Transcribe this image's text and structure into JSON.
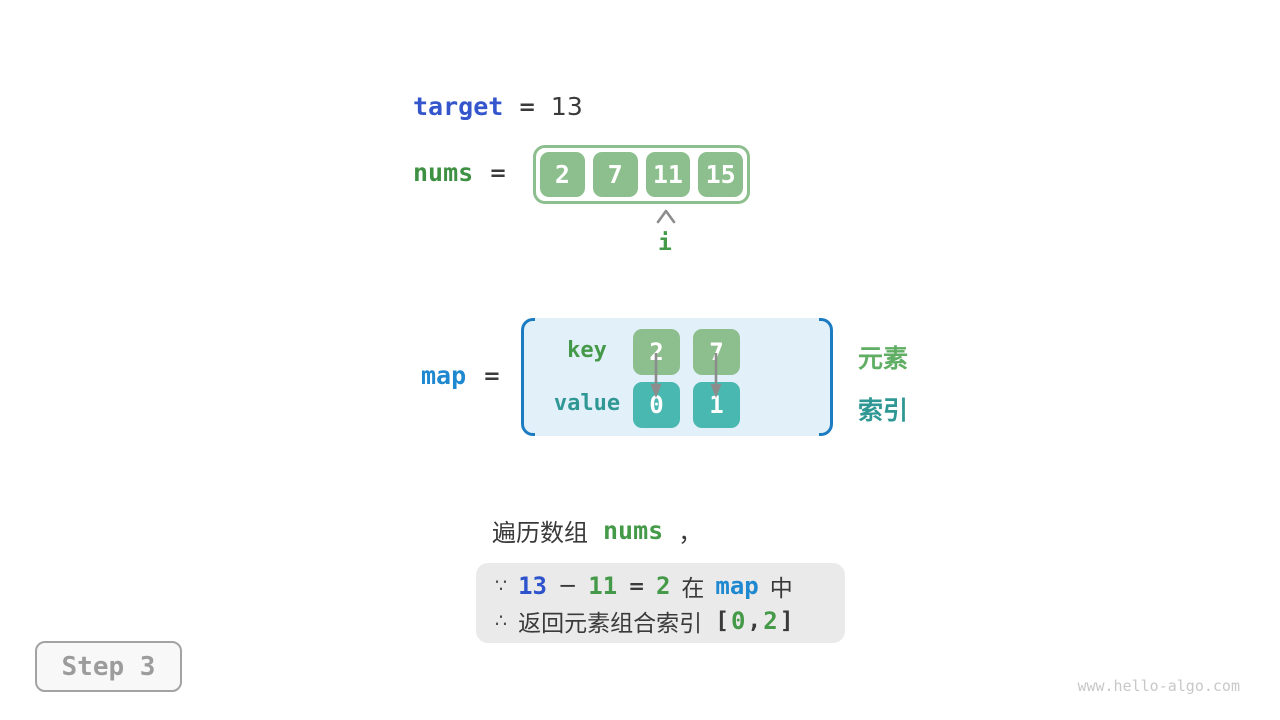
{
  "target_row": {
    "keyword": "target",
    "equals": "=",
    "value": "13"
  },
  "nums_row": {
    "keyword": "nums",
    "equals": "=",
    "cells": [
      "2",
      "7",
      "11",
      "15"
    ],
    "pointer_label": "i",
    "pointer_position_index": 2
  },
  "map_row": {
    "keyword": "map",
    "equals": "=",
    "key_label": "key",
    "value_label": "value",
    "keys": [
      "2",
      "7"
    ],
    "values": [
      "0",
      "1"
    ]
  },
  "side_labels": {
    "element": "元素",
    "index": "索引"
  },
  "sentence": {
    "prefix": "遍历数组",
    "code": "nums",
    "suffix": "，"
  },
  "note_box": {
    "line1": {
      "symbol": "∵",
      "target_value": "13",
      "minus": "−",
      "current_value": "11",
      "equals": "=",
      "complement": "2",
      "in_word": "在",
      "map_word": "map",
      "suffix_word": "中"
    },
    "line2": {
      "symbol": "∴",
      "text": "返回元素组合索引",
      "open_bracket": "[",
      "index1": "0",
      "comma": ",",
      "index2": "2",
      "close_bracket": "]"
    }
  },
  "step_badge": {
    "label": "Step 3"
  },
  "watermark": {
    "text": "www.hello-algo.com"
  },
  "colors": {
    "keyword_blue": "#3455cc",
    "map_blue": "#1e88d0",
    "green_text": "#459a49",
    "green_cell": "#8cbf8d",
    "teal_text": "#2f9794",
    "teal_cell": "#49b8b1",
    "map_fill": "#e2f0f9",
    "bracket_blue": "#1b7cc2",
    "note_bg": "#eaeaea",
    "text_dark": "#3a3a3a",
    "arrow_gray": "#8c8c8c",
    "step_gray": "#9c9c9c",
    "element_green": "#5fae63"
  }
}
